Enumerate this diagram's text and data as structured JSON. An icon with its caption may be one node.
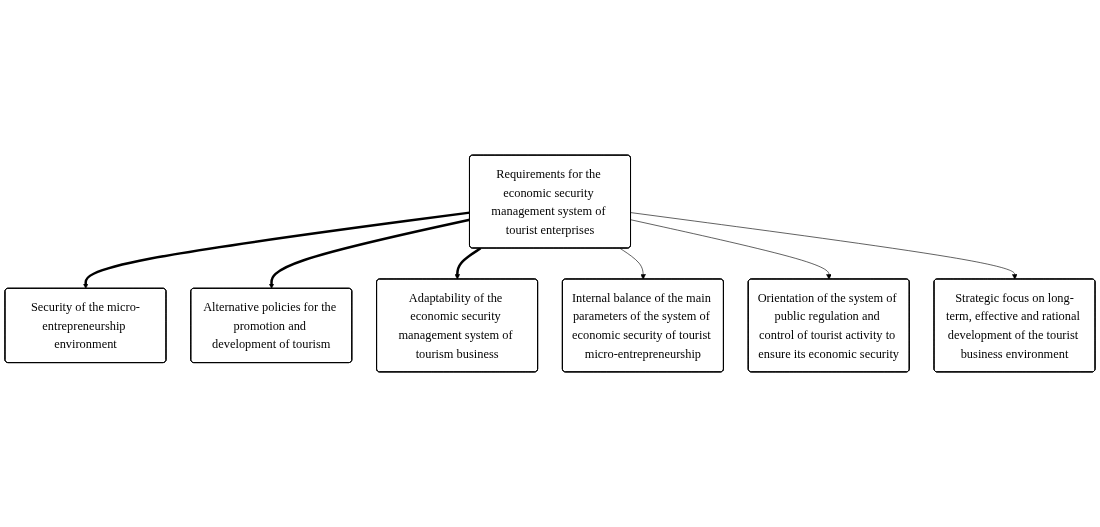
{
  "diagram": {
    "nodes": [
      {
        "text": [
          "Security of the micro-entrepreneurship environment"
        ]
      },
      {
        "text": [
          "Alternative policies for the promotion and development of tourism"
        ]
      },
      {
        "text": [
          "Requirements for the economic security management system of tourist enterprises"
        ]
      },
      {
        "text": [
          "Adaptability of the economic security management system of tourism business"
        ]
      },
      {
        "text": [
          "Internal balance of the main parameters of the system of economic security of tourist micro-entrepreneurship"
        ]
      },
      {
        "text": [
          "Orientation of the system of public regulation and control of tourist activity to ensure its economic security"
        ]
      },
      {
        "text": [
          "Strategic focus on long-term, effective and rational development of the tourist business environment"
        ]
      }
    ],
    "edges": [
      {
        "from": 2,
        "to": 0,
        "arrow": "to",
        "style": "thick"
      },
      {
        "from": 2,
        "to": 1,
        "arrow": "to",
        "style": "thick"
      },
      {
        "from": 2,
        "to": 3,
        "arrow": "to",
        "style": "thick"
      },
      {
        "from": 2,
        "to": 4,
        "arrow": "to"
      },
      {
        "from": 2,
        "to": 5,
        "arrow": "to"
      },
      {
        "from": 2,
        "to": 6,
        "arrow": "to"
      }
    ]
  }
}
